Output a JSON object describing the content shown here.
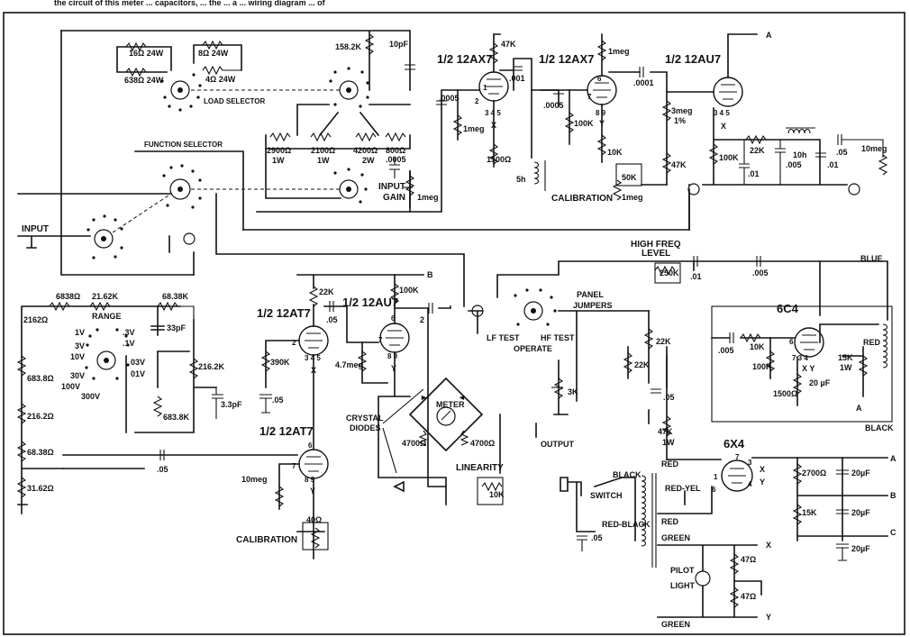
{
  "caption_top": "the circuit of this meter ... capacitors, ... the ... a ... wiring diagram ... of",
  "tubes": {
    "v1": "1/2 12AX7",
    "v2": "1/2 12AX7",
    "v3": "1/2 12AU7",
    "v4": "1/2 12AT7",
    "v5": "1/2 12AU7",
    "v6": "1/2 12AT7",
    "v7": "6C4",
    "v8": "6X4"
  },
  "labels": {
    "load_selector": "LOAD SELECTOR",
    "function_selector": "FUNCTION SELECTOR",
    "input": "INPUT",
    "input_gain": "INPUT\nGAIN",
    "input_gain_l1": "INPUT",
    "input_gain_l2": "GAIN",
    "range": "RANGE",
    "calibration_top": "CALIBRATION",
    "calibration_bottom": "CALIBRATION",
    "high_freq_level_l1": "HIGH FREQ",
    "high_freq_level_l2": "LEVEL",
    "panel_jumpers_l1": "PANEL",
    "panel_jumpers_l2": "JUMPERS",
    "lf_test": "LF TEST",
    "hf_test": "HF TEST",
    "operate": "OPERATE",
    "output": "OUTPUT",
    "meter": "METER",
    "crystal_diodes_l1": "CRYSTAL",
    "crystal_diodes_l2": "DIODES",
    "linearity": "LINEARITY",
    "switch": "SWITCH",
    "black": "BLACK",
    "red_yel": "RED-YEL",
    "red_black": "RED-BLACK",
    "red": "RED",
    "green": "GREEN",
    "pilot_light_l1": "PILOT",
    "pilot_light_l2": "LIGHT",
    "blue": "BLUE",
    "red2": "RED",
    "black2": "BLACK",
    "node_a": "A",
    "node_b": "B",
    "node_c": "C",
    "node_x": "X",
    "node_y": "Y"
  },
  "components": {
    "r_16": "16Ω 24W",
    "r_8": "8Ω 24W",
    "r_638": "638Ω 24W",
    "r_4": "4Ω 24W",
    "r_158k": "158.2K",
    "c_10pf": "10pF",
    "r_2900": "2900Ω",
    "r_2100": "2100Ω",
    "r_4200": "4200Ω",
    "r_800": "800Ω",
    "w_1w_a": "1W",
    "w_1w_b": "1W",
    "w_2w": "2W",
    "c_0005_a": ".0005",
    "r_1meg_gain": "1meg",
    "r_47k_top": "47K",
    "c_001": ".001",
    "c_0005_b": ".0005",
    "c_0005_c": ".0005",
    "r_1meg_a": "1meg",
    "r_1500": "1500Ω",
    "l_5h": "5h",
    "r_100k_a": "100K",
    "r_10k_a": "10K",
    "r_1meg_b": "1meg",
    "c_0001": ".0001",
    "r_3meg": "3meg",
    "pct_1": "1%",
    "r_47k_b": "47K",
    "r_50k": "50K",
    "r_1meg_c": "1meg",
    "r_100k_b": "100K",
    "r_22k_a": "22K",
    "l_10h": "10h",
    "c_01_a": ".01",
    "c_005_a": ".005",
    "c_01_b": ".01",
    "c_05_a": ".05",
    "r_10meg_a": "10meg",
    "r_6838": "6838Ω",
    "r_21k": "21.62K",
    "r_68k_a": "68.38K",
    "r_2162": "2162Ω",
    "c_33pf": "33pF",
    "rng_1v": "1V",
    "rng_3v": "3V",
    "rng_3v_b": ".3V",
    "rng_1v_b": ".1V",
    "rng_10v": "10V",
    "rng_03v": "03V",
    "rng_01v": "01V",
    "rng_30v": "30V",
    "rng_100v": "100V",
    "rng_300v": "300V",
    "r_683": "683.8Ω",
    "r_216": "216.2Ω",
    "r_68_38": "68.38Ω",
    "r_31_62": "31.62Ω",
    "r_216k": "216.2K",
    "c_3pf": "3.3pF",
    "r_683k": "683.8K",
    "r_22k_b": "22K",
    "c_05_b": ".05",
    "r_100k_c": "100K",
    "c_2": "2",
    "r_390k": "390K",
    "c_05_c": ".05",
    "r_47meg": "4.7meg",
    "r_4700_a": "4700Ω",
    "r_4700_b": "4700Ω",
    "r_10k_lin": "10K",
    "c_05_d": ".05",
    "r_10meg_b": "10meg",
    "r_40": "40Ω",
    "r_250k": "250K",
    "c_01_c": ".01",
    "c_005_b": ".005",
    "r_22k_c": "22K",
    "r_22k_d": "22K",
    "r_3k": "3K",
    "c_05_e": ".05",
    "c_005_c": ".005",
    "r_10k_b": "10K",
    "r_100k_d": "100K",
    "r_1500_b": "1500Ω",
    "c_20uf_a": "20 µF",
    "r_15k_a": "15K",
    "w_1w_c": "1W",
    "r_47k_c": "47K",
    "w_1w_d": "1W",
    "c_05_f": ".05",
    "r_2700": "2700Ω",
    "r_15k_b": "15K",
    "c_20uf_b": "20µF",
    "c_20uf_c": "20µF",
    "c_20uf_d": "20µF",
    "r_47_a": "47Ω",
    "r_47_b": "47Ω",
    "pins_345": "3 4 5",
    "pins_89": "8  9",
    "pin_x": "X",
    "pin_y": "Y",
    "xy": "X Y",
    "p1": "1",
    "p2": "2",
    "p3": "3",
    "p4": "4",
    "p6": "6",
    "p7": "7"
  }
}
